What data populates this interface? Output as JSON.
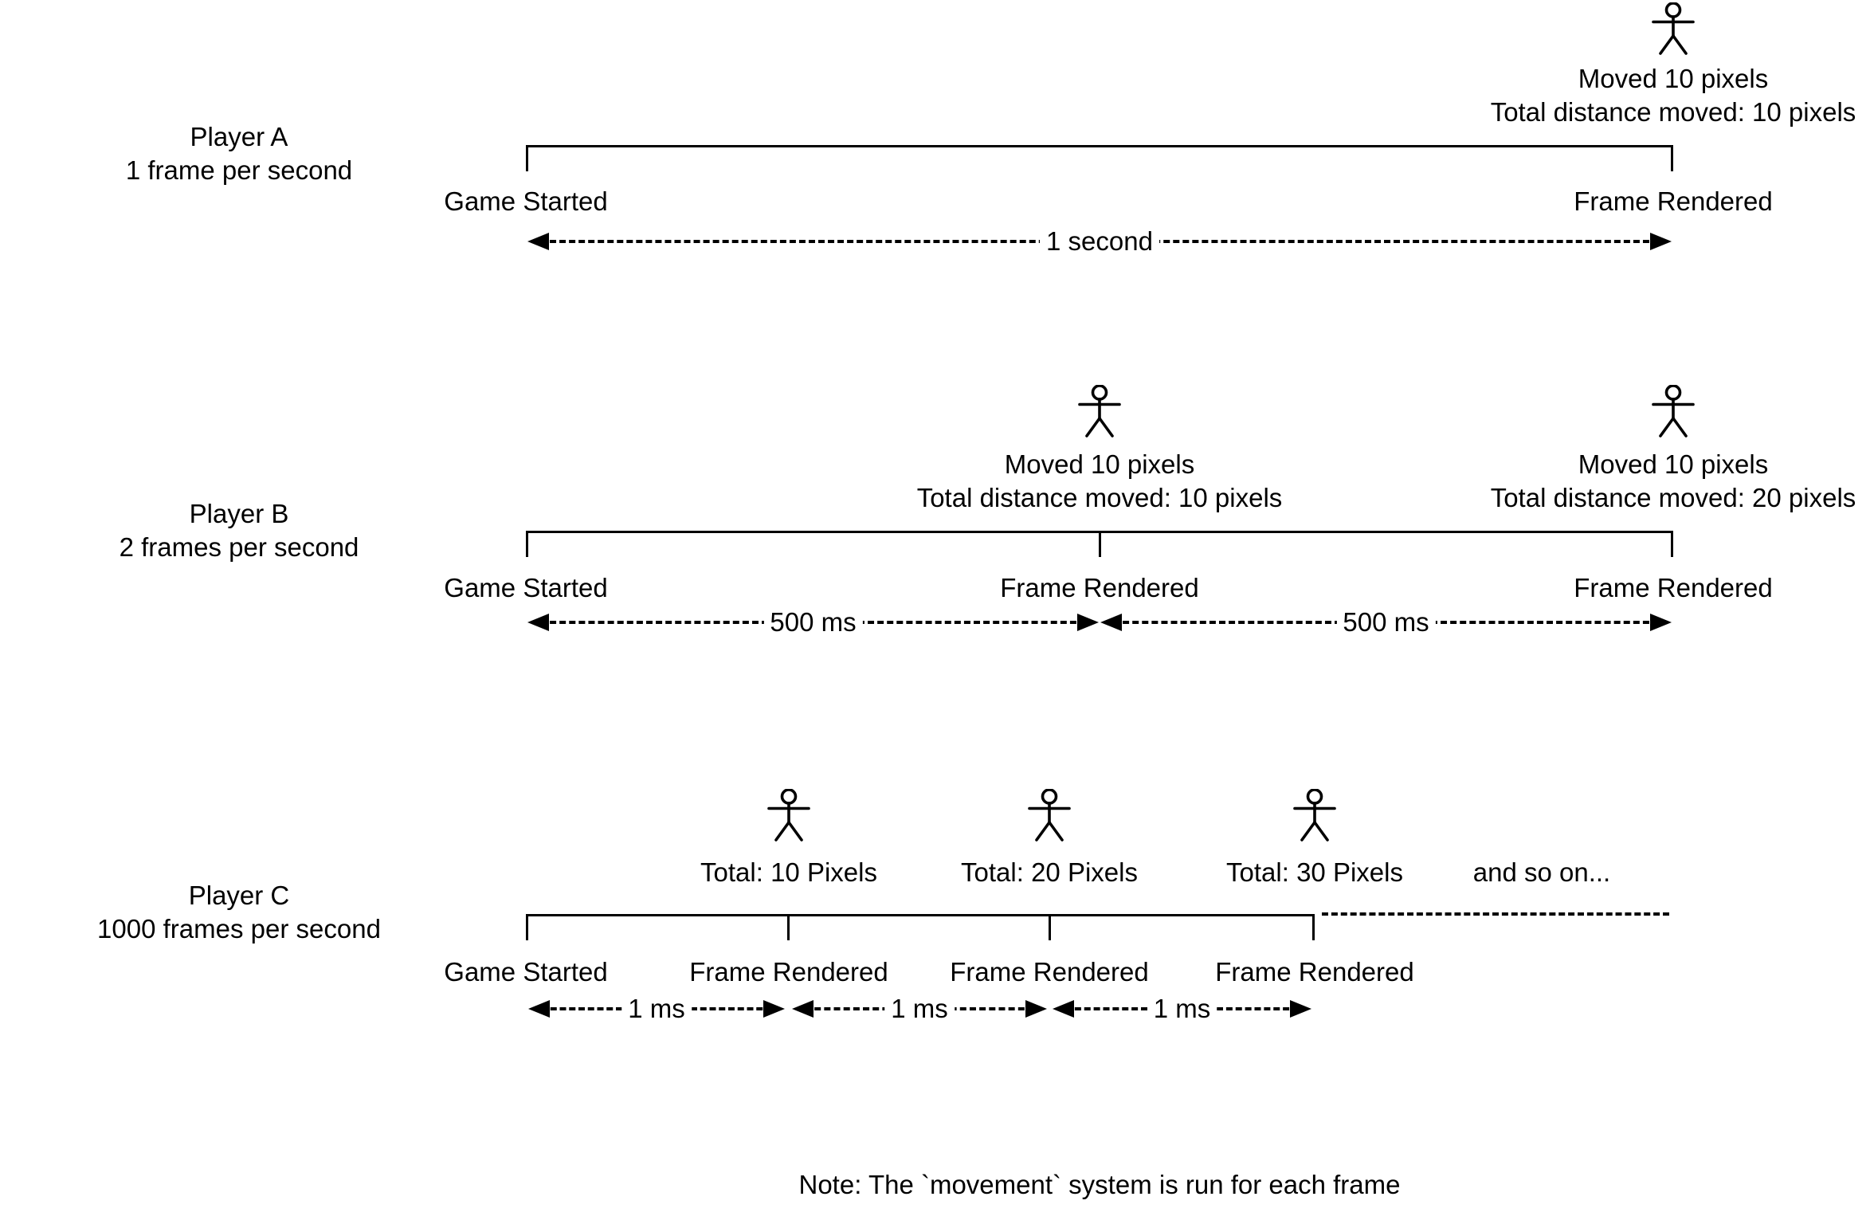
{
  "colors": {
    "ink": "#000000",
    "background": "#ffffff"
  },
  "icons": {
    "player_figure": "stick-figure-icon",
    "arrow_left": "arrowhead-left-icon",
    "arrow_right": "arrowhead-right-icon"
  },
  "rows": {
    "a": {
      "player": "Player A",
      "rate": "1 frame per second",
      "start": "Game Started",
      "frame1": "Frame Rendered",
      "span1": "1 second",
      "figure1": {
        "moved": "Moved 10 pixels",
        "total": "Total distance moved: 10 pixels"
      }
    },
    "b": {
      "player": "Player B",
      "rate": "2 frames per second",
      "start": "Game Started",
      "frame1": "Frame Rendered",
      "frame2": "Frame Rendered",
      "span1": "500 ms",
      "span2": "500 ms",
      "figure1": {
        "moved": "Moved 10 pixels",
        "total": "Total distance moved: 10 pixels"
      },
      "figure2": {
        "moved": "Moved 10 pixels",
        "total": "Total distance moved: 20 pixels"
      }
    },
    "c": {
      "player": "Player C",
      "rate": "1000 frames per second",
      "start": "Game Started",
      "frame1": "Frame Rendered",
      "frame2": "Frame Rendered",
      "frame3": "Frame Rendered",
      "span1": "1 ms",
      "span2": "1 ms",
      "span3": "1 ms",
      "figure1": {
        "total": "Total: 10 Pixels"
      },
      "figure2": {
        "total": "Total: 20 Pixels"
      },
      "figure3": {
        "total": "Total: 30 Pixels"
      },
      "continuation": "and so on..."
    }
  },
  "note": "Note: The `movement` system is run for each frame"
}
